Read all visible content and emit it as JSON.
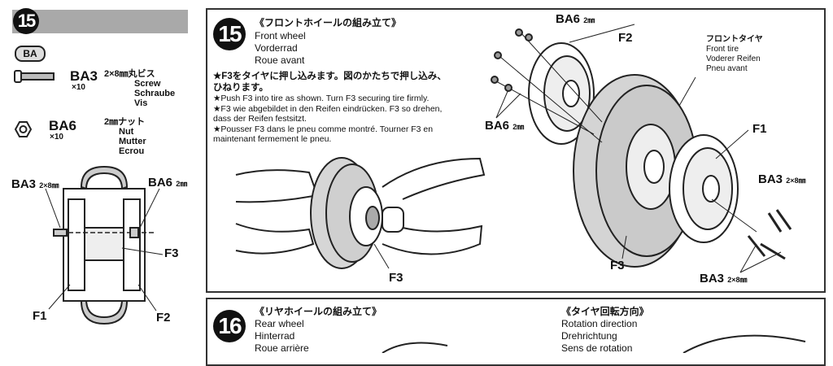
{
  "left": {
    "step_number": "15",
    "bag_label": "BA",
    "parts": [
      {
        "code": "BA3",
        "qty": "×10",
        "jp": "2×8㎜丸ビス",
        "names": [
          "Screw",
          "Schraube",
          "Vis"
        ]
      },
      {
        "code": "BA6",
        "qty": "×10",
        "jp": "2㎜ナット",
        "names": [
          "Nut",
          "Mutter",
          "Ecrou"
        ]
      }
    ],
    "diagram_labels": {
      "ba3": "BA3",
      "ba3_size": "2×8㎜",
      "ba6": "BA6",
      "ba6_size": "2㎜",
      "f3": "F3",
      "f1": "F1",
      "f2": "F2"
    }
  },
  "step15": {
    "number": "15",
    "title_jp": "《フロントホイールの組み立て》",
    "title_en": "Front wheel",
    "title_de": "Vorderrad",
    "title_fr": "Roue avant",
    "instructions": [
      "★F3をタイヤに押し込みます。図のかたちで押し込み、",
      "ひねります。",
      "★Push F3 into tire as shown. Turn F3 securing tire firmly.",
      "★F3 wie abgebildet in den Reifen eindrücken. F3 so drehen,",
      "dass der Reifen festsitzt.",
      "★Pousser F3 dans le pneu comme montré. Tourner F3 en",
      "maintenant fermement le pneu."
    ],
    "hand_label": "F3",
    "tire_label": {
      "jp": "フロントタイヤ",
      "en": "Front tire",
      "de": "Voderer Reifen",
      "fr": "Pneu avant"
    },
    "labels": {
      "ba6_top": "BA6",
      "ba6_top_size": "2㎜",
      "f2": "F2",
      "ba6_left": "BA6",
      "ba6_left_size": "2㎜",
      "f1": "F1",
      "ba3_right": "BA3",
      "ba3_right_size": "2×8㎜",
      "f3": "F3",
      "ba3_bottom": "BA3",
      "ba3_bottom_size": "2×8㎜"
    }
  },
  "step16": {
    "number": "16",
    "title_jp": "《リヤホイールの組み立て》",
    "title_en": "Rear wheel",
    "title_de": "Hinterrad",
    "title_fr": "Roue arrière",
    "rotation_jp": "《タイヤ回転方向》",
    "rotation_en": "Rotation direction",
    "rotation_de": "Drehrichtung",
    "rotation_fr": "Sens de rotation"
  }
}
